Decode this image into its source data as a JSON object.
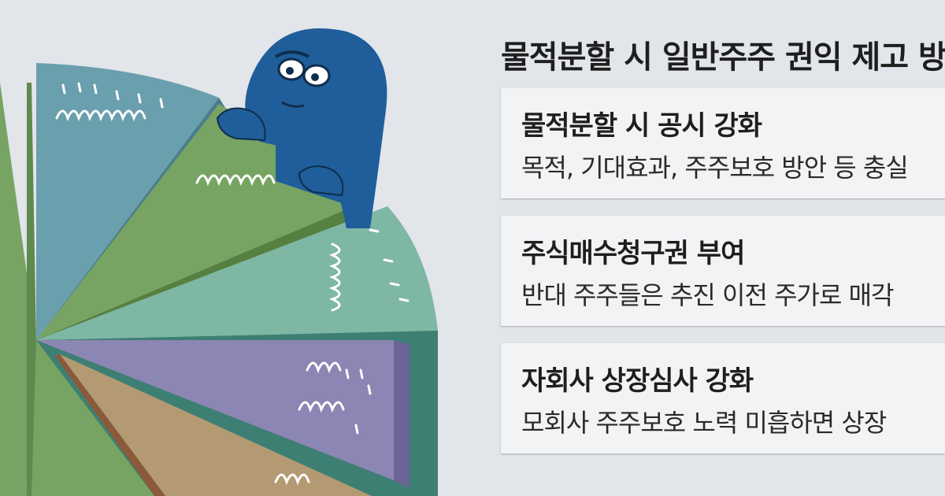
{
  "headline": "물적분할 시 일반주주 권익 제고 방",
  "measures": [
    {
      "title": "물적분할 시 공시 강화",
      "description": "목적, 기대효과, 주주보호 방안 등 충실"
    },
    {
      "title": "주식매수청구권 부여",
      "description": "반대 주주들은 추진 이전 주가로 매각"
    },
    {
      "title": "자회사 상장심사 강화",
      "description": "모회사 주주보호 노력 미흡하면 상장"
    }
  ],
  "colors": {
    "background": "#e2e5ea",
    "figure": "#1f5e9a",
    "slice_teal": "#6a9fad",
    "slice_green": "#77a463",
    "slice_mint": "#7fb7a5",
    "slice_purple": "#8c86b4",
    "slice_tan": "#b49a72"
  }
}
